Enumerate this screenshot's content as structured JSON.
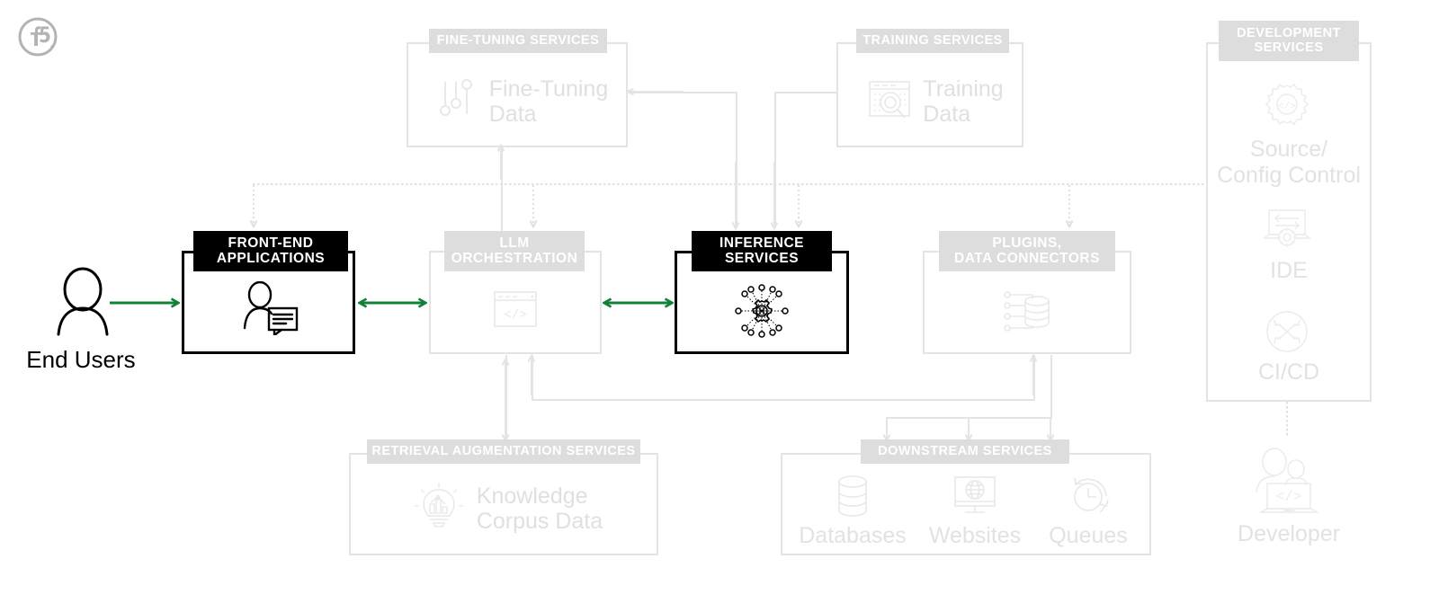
{
  "brand": {
    "logo_text": "f5",
    "logo_color": "#b3b3b3"
  },
  "colors": {
    "accent_green": "#128238",
    "faded_gray": "#e4e4e4",
    "badge_gray": "#dddddd",
    "badge_text": "#ffffff",
    "highlight_black": "#000000",
    "label_gray": "#e0e0e0"
  },
  "actors": {
    "end_users": {
      "label": "End Users",
      "icon": "person-icon"
    },
    "developer": {
      "label": "Developer",
      "icon": "developer-laptop-icon"
    }
  },
  "boxes": [
    {
      "id": "fine-tuning-services",
      "title": "FINE-TUNING SERVICES",
      "content_label": "Fine-Tuning\nData",
      "content_line1": "Fine-Tuning",
      "content_line2": "Data",
      "icon": "sliders-icon",
      "highlighted": false
    },
    {
      "id": "training-services",
      "title": "TRAINING SERVICES",
      "content_label": "Training\nData",
      "content_line1": "Training",
      "content_line2": "Data",
      "icon": "data-search-window-icon",
      "highlighted": false
    },
    {
      "id": "front-end-applications",
      "title_line1": "FRONT-END",
      "title_line2": "APPLICATIONS",
      "title": "FRONT-END APPLICATIONS",
      "icon": "person-chat-icon",
      "highlighted": true
    },
    {
      "id": "llm-orchestration",
      "title_line1": "LLM",
      "title_line2": "ORCHESTRATION",
      "title": "LLM ORCHESTRATION",
      "icon": "code-window-icon",
      "highlighted": false
    },
    {
      "id": "inference-services",
      "title_line1": "INFERENCE",
      "title_line2": "SERVICES",
      "title": "INFERENCE SERVICES",
      "icon": "neural-gear-icon",
      "highlighted": true
    },
    {
      "id": "plugins-data-connectors",
      "title_line1": "PLUGINS,",
      "title_line2": "DATA CONNECTORS",
      "title": "PLUGINS, DATA CONNECTORS",
      "icon": "database-connector-icon",
      "highlighted": false
    },
    {
      "id": "retrieval-augmentation-services",
      "title": "RETRIEVAL AUGMENTATION SERVICES",
      "content_line1": "Knowledge",
      "content_line2": "Corpus Data",
      "icon": "lightbulb-chart-icon",
      "highlighted": false
    },
    {
      "id": "downstream-services",
      "title": "DOWNSTREAM SERVICES",
      "items": [
        {
          "label": "Databases",
          "icon": "database-icon"
        },
        {
          "label": "Websites",
          "icon": "monitor-globe-icon"
        },
        {
          "label": "Queues",
          "icon": "clock-refresh-icon"
        }
      ],
      "highlighted": false
    },
    {
      "id": "development-services",
      "title_line1": "DEVELOPMENT",
      "title_line2": "SERVICES",
      "title": "DEVELOPMENT SERVICES",
      "items": [
        {
          "label_line1": "Source/",
          "label_line2": "Config Control",
          "label": "Source/Config Control",
          "icon": "gear-code-icon"
        },
        {
          "label": "IDE",
          "icon": "laptop-gear-icon"
        },
        {
          "label": "CI/CD",
          "icon": "cicd-cycle-icon"
        }
      ],
      "highlighted": false
    }
  ]
}
